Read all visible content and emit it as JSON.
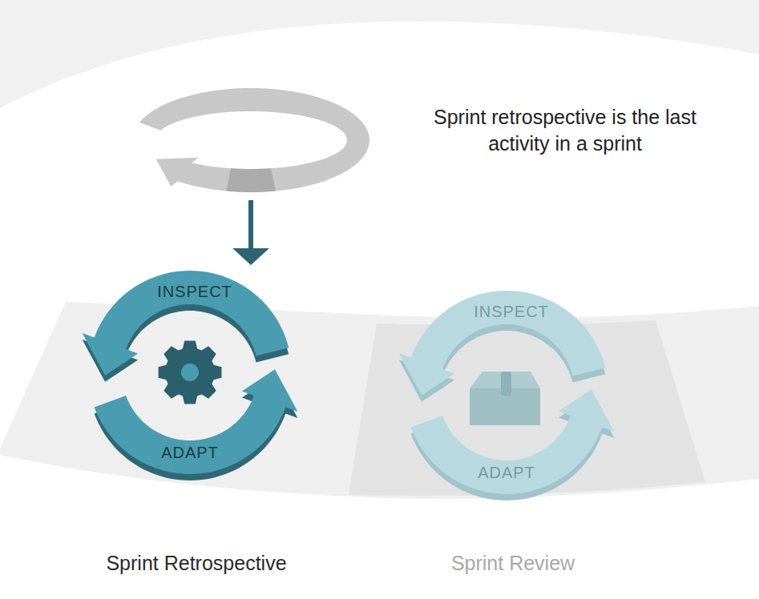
{
  "diagram": {
    "nodes": [
      {
        "text": [
          "INSPECT",
          "ADAPT",
          "Sprint Retrospective"
        ]
      },
      {
        "text": [
          "INSPECT",
          "ADAPT",
          "Sprint Review"
        ]
      }
    ],
    "labels": [
      "Sprint retrospective is the last activity in a sprint"
    ]
  }
}
